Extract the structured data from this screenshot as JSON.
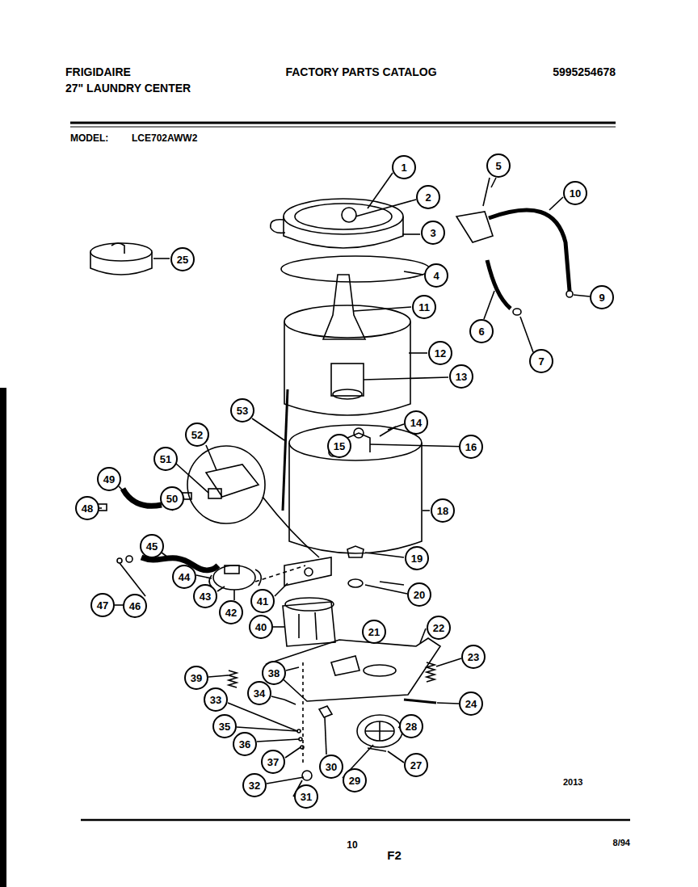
{
  "diagram": {
    "title": "FACTORY PARTS CATALOG",
    "nodes": [
      {
        "text": [
          "1"
        ]
      },
      {
        "text": [
          "2"
        ]
      },
      {
        "text": [
          "3"
        ]
      },
      {
        "text": [
          "4"
        ]
      },
      {
        "text": [
          "5"
        ]
      },
      {
        "text": [
          "6"
        ]
      },
      {
        "text": [
          "7"
        ]
      },
      {
        "text": [
          "9"
        ]
      },
      {
        "text": [
          "10"
        ]
      },
      {
        "text": [
          "11"
        ]
      },
      {
        "text": [
          "12"
        ]
      },
      {
        "text": [
          "13"
        ]
      },
      {
        "text": [
          "14"
        ]
      },
      {
        "text": [
          "15"
        ]
      },
      {
        "text": [
          "16"
        ]
      },
      {
        "text": [
          "18"
        ]
      },
      {
        "text": [
          "19"
        ]
      },
      {
        "text": [
          "20"
        ]
      },
      {
        "text": [
          "21"
        ]
      },
      {
        "text": [
          "22"
        ]
      },
      {
        "text": [
          "23"
        ]
      },
      {
        "text": [
          "24"
        ]
      },
      {
        "text": [
          "25"
        ]
      },
      {
        "text": [
          "27"
        ]
      },
      {
        "text": [
          "28"
        ]
      },
      {
        "text": [
          "29"
        ]
      },
      {
        "text": [
          "30"
        ]
      },
      {
        "text": [
          "31"
        ]
      },
      {
        "text": [
          "32"
        ]
      },
      {
        "text": [
          "33"
        ]
      },
      {
        "text": [
          "34"
        ]
      },
      {
        "text": [
          "35"
        ]
      },
      {
        "text": [
          "36"
        ]
      },
      {
        "text": [
          "37"
        ]
      },
      {
        "text": [
          "38"
        ]
      },
      {
        "text": [
          "39"
        ]
      },
      {
        "text": [
          "40"
        ]
      },
      {
        "text": [
          "41"
        ]
      },
      {
        "text": [
          "42"
        ]
      },
      {
        "text": [
          "43"
        ]
      },
      {
        "text": [
          "44"
        ]
      },
      {
        "text": [
          "45"
        ]
      },
      {
        "text": [
          "46"
        ]
      },
      {
        "text": [
          "47"
        ]
      },
      {
        "text": [
          "48"
        ]
      },
      {
        "text": [
          "49"
        ]
      },
      {
        "text": [
          "50"
        ]
      },
      {
        "text": [
          "51"
        ]
      },
      {
        "text": [
          "52"
        ]
      },
      {
        "text": [
          "53"
        ]
      }
    ],
    "labels": [
      "FRIGIDAIRE",
      "27\" LAUNDRY CENTER",
      "5995254678",
      "MODEL:",
      "LCE702AWW2",
      "2013",
      "10",
      "F2",
      "8/94"
    ]
  }
}
